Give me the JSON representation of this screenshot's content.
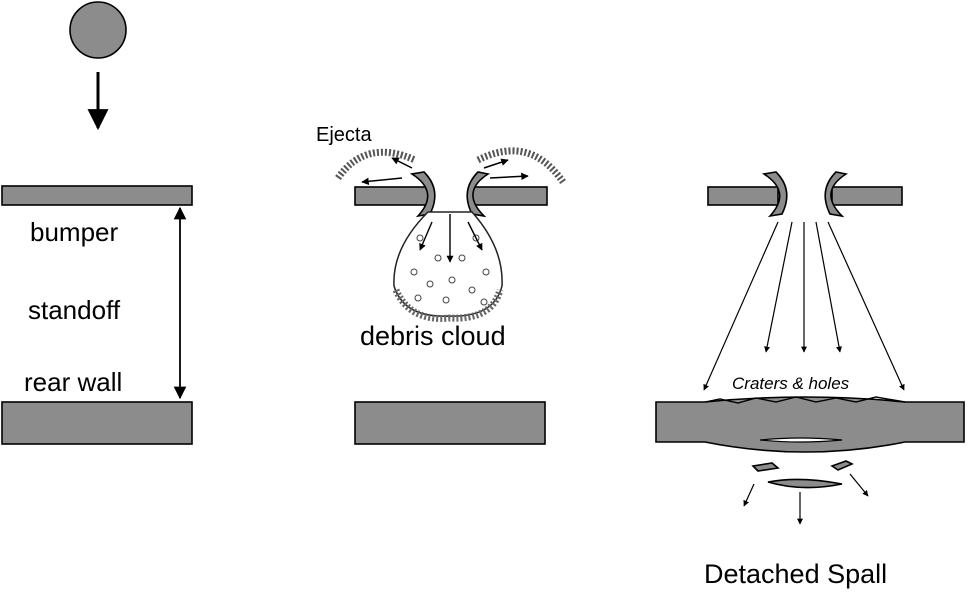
{
  "labels": {
    "bumper": "bumper",
    "standoff": "standoff",
    "rear_wall": "rear wall",
    "ejecta": "Ejecta",
    "debris_cloud": "debris cloud",
    "craters_holes": "Craters & holes",
    "detached_spall": "Detached Spall"
  },
  "colors": {
    "plate": "#8c8c8c",
    "projectile": "#8c8c8c",
    "outline": "#000000",
    "text": "#000000"
  }
}
